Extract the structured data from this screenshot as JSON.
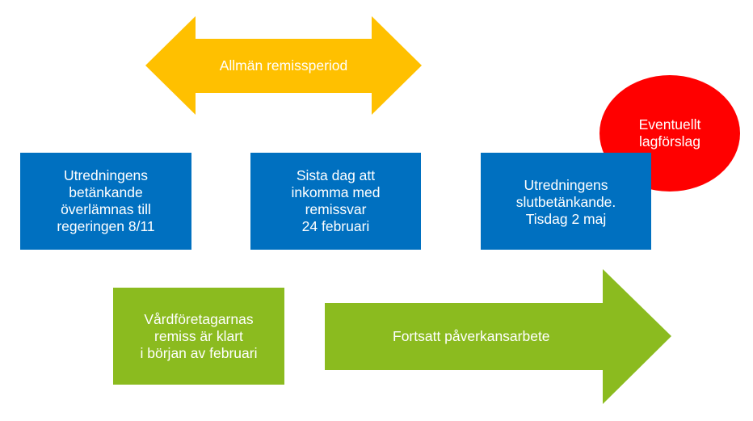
{
  "remiss_arrow": {
    "label": "Allmän remissperiod",
    "color": "#FFC000"
  },
  "boxes": [
    {
      "text": "Utredningens\nbetänkande\növerlämnas till\nregeringen 8/11"
    },
    {
      "text": "Sista dag att\ninkomma med\nremissvar\n24 februari"
    },
    {
      "text": "Utredningens\nslutbetänkande.\nTisdag 2 maj"
    }
  ],
  "circle": {
    "text": "Eventuellt\nlagförslag",
    "color": "#FF0000"
  },
  "green_box": {
    "text": "Vårdföretagarnas\nremiss är klart\ni början av februari"
  },
  "green_arrow": {
    "label": "Fortsatt påverkansarbete",
    "color": "#8BBB1F"
  },
  "colors": {
    "blue": "#0070C0",
    "green": "#8BBB1F"
  }
}
